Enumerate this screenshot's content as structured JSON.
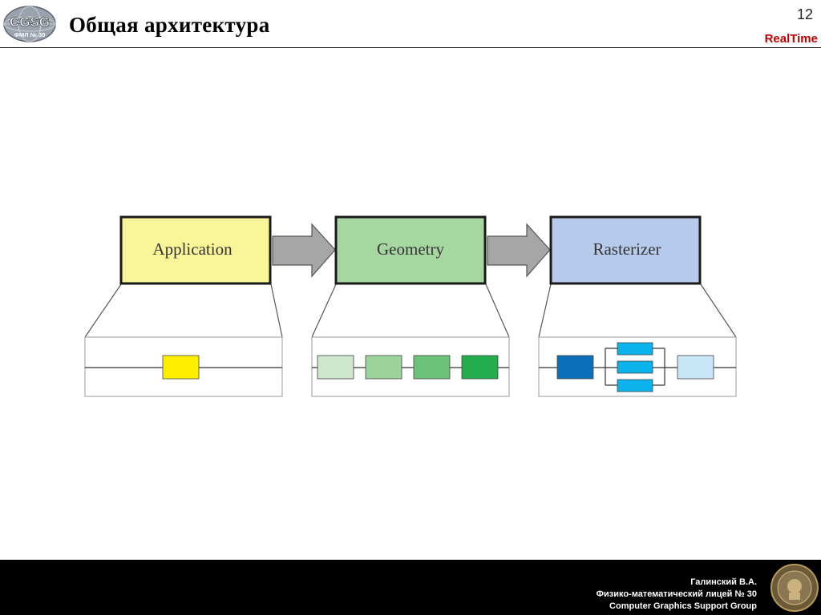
{
  "header": {
    "logo_text": "CGSG",
    "logo_subtext": "ФМЛ № 30",
    "title": "Общая архитектура",
    "page_number": "12",
    "tag": "RealTime"
  },
  "diagram": {
    "stages": [
      {
        "label": "Application",
        "color": "#fbf59a"
      },
      {
        "label": "Geometry",
        "color": "#a6d7a1"
      },
      {
        "label": "Rasterizer",
        "color": "#b6cbec"
      }
    ],
    "application_substage_colors": [
      "#ffee00"
    ],
    "geometry_substage_colors": [
      "#cde8cd",
      "#9bd39b",
      "#6cc278",
      "#22ae4d"
    ],
    "rasterizer_substage_colors": [
      "#0b6fba",
      "#0bb3ec",
      "#0bb3ec",
      "#0bb3ec",
      "#c9e6f9"
    ],
    "arrow_color": "#a6a6a6"
  },
  "footer": {
    "author": "Галинский В.А.",
    "school": "Физико-математический лицей № 30",
    "group": "Computer Graphics Support Group"
  }
}
